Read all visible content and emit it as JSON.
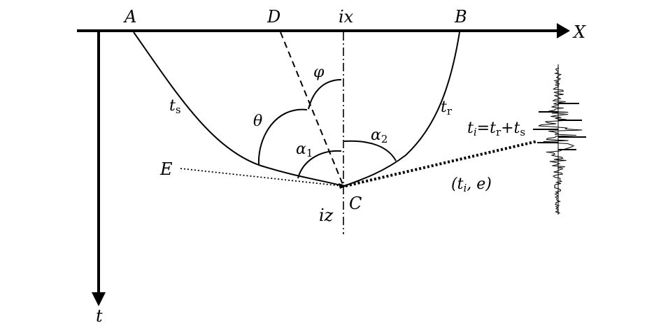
{
  "labels": {
    "A": "A",
    "D": "D",
    "ix": "ix",
    "B": "B",
    "X": "X",
    "t": "t",
    "E": "E",
    "C": "C",
    "iz": "iz",
    "phi": "φ",
    "theta": "θ",
    "ts_main": "t",
    "ts_sub": "s",
    "tr_main": "t",
    "tr_sub": "r",
    "alpha1_main": "α",
    "alpha1_sub": "1",
    "alpha2_main": "α",
    "alpha2_sub": "2",
    "formula": {
      "t1": "t",
      "i1": "i",
      "eq": "=",
      "t2": "t",
      "r": "r",
      "plus": "+",
      "t3": "t",
      "s": "s"
    },
    "pair": {
      "open": "(",
      "t": "t",
      "i": "i",
      "comma": ", ",
      "e": "e",
      "close": ")"
    }
  },
  "colors": {
    "ink": "#000000",
    "background": "#ffffff"
  }
}
